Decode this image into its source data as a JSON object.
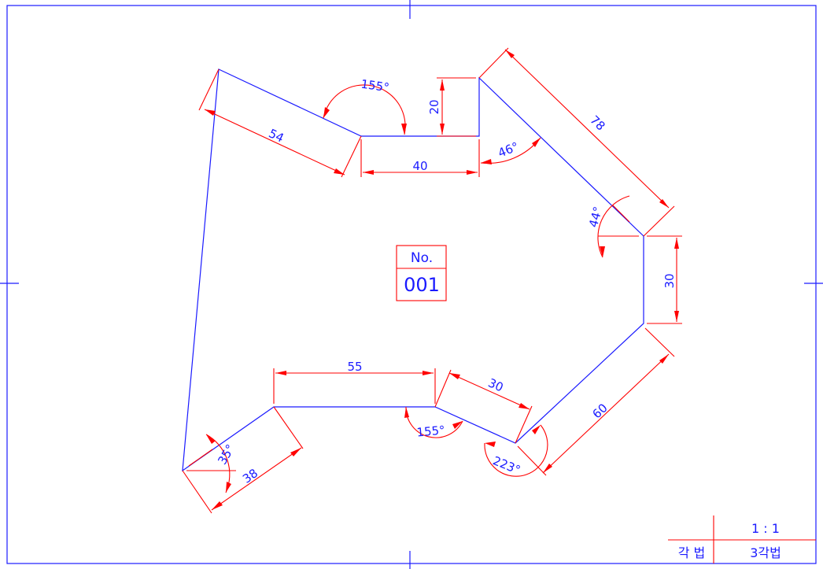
{
  "drawing": {
    "part_number_label": "No.",
    "part_number": "001",
    "dimensions": {
      "len_54": "54",
      "len_40": "40",
      "len_20": "20",
      "len_78": "78",
      "len_30_right": "30",
      "len_60": "60",
      "len_30_bottom": "30",
      "len_55": "55",
      "len_38": "38"
    },
    "angles": {
      "ang_155_top": "155°",
      "ang_46": "46°",
      "ang_44": "44°",
      "ang_155_bottom": "155°",
      "ang_223": "223°",
      "ang_35": "35°"
    },
    "colors": {
      "outline": "#1a1aff",
      "dimension": "#ff0000"
    }
  },
  "title_block": {
    "scale": "1 : 1",
    "projection_label": "각 법",
    "projection_value": "3각법"
  }
}
